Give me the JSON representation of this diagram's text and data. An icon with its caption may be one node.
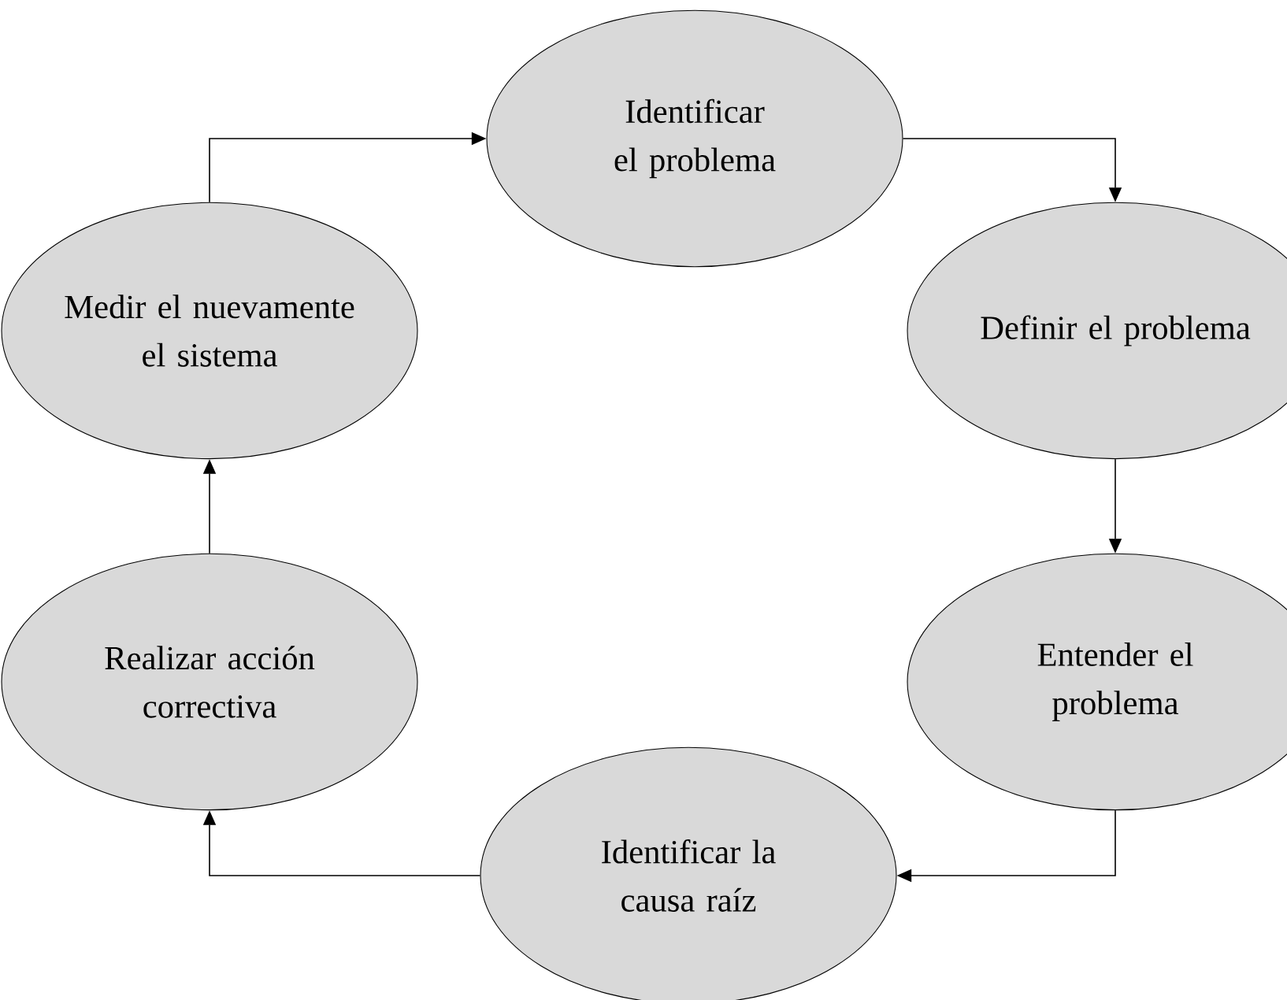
{
  "diagram": {
    "nodes": [
      {
        "text": [
          "Identificar el problema"
        ]
      },
      {
        "text": [
          "Definir el problema"
        ]
      },
      {
        "text": [
          "Entender el problema"
        ]
      },
      {
        "text": [
          "Identificar la causa raíz"
        ]
      },
      {
        "text": [
          "Realizar acción correctiva"
        ]
      },
      {
        "text": [
          "Medir el nuevamente el sistema"
        ]
      }
    ],
    "edges": [
      {
        "from": 0,
        "to": 1,
        "arrow": "to"
      },
      {
        "from": 1,
        "to": 2,
        "arrow": "to"
      },
      {
        "from": 2,
        "to": 3,
        "arrow": "to"
      },
      {
        "from": 3,
        "to": 4,
        "arrow": "to"
      },
      {
        "from": 4,
        "to": 5,
        "arrow": "to"
      },
      {
        "from": 5,
        "to": 0,
        "arrow": "to"
      }
    ]
  }
}
